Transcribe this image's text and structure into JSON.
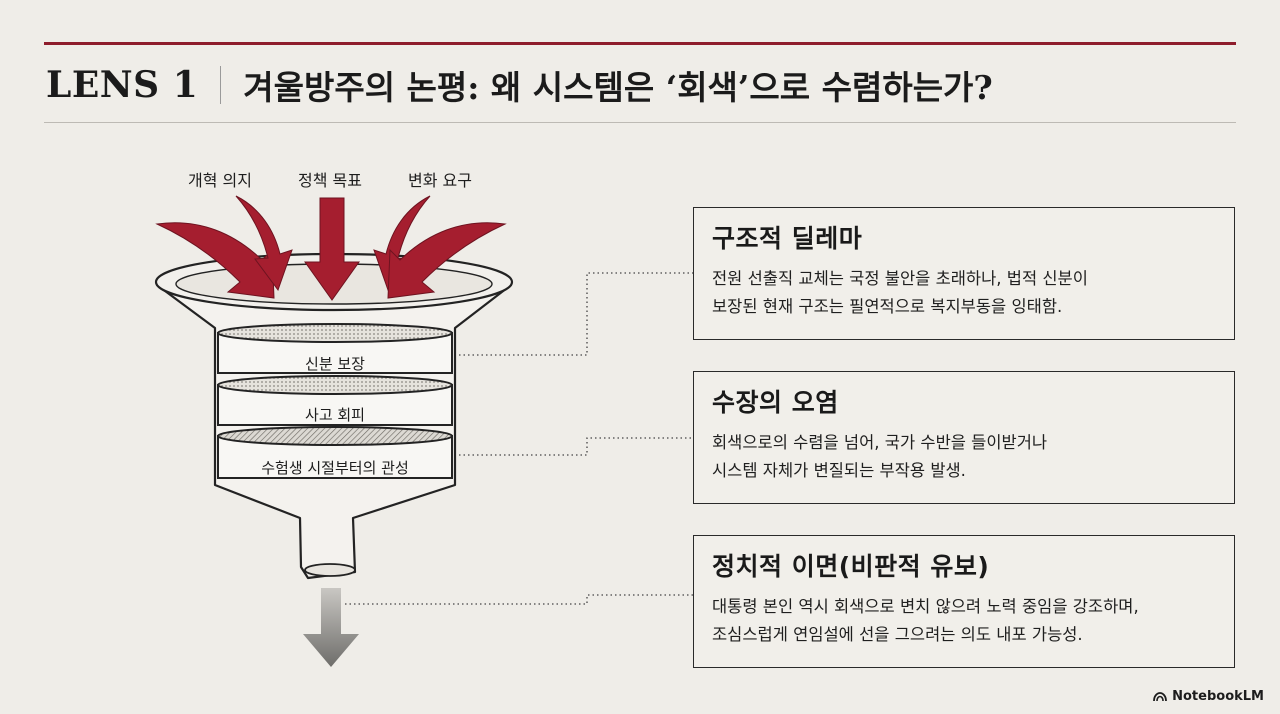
{
  "title": {
    "lens": "LENS 1",
    "text": "겨울방주의 논평: 왜 시스템은 ‘회색’으로 수렴하는가?"
  },
  "inputs": [
    "개혁 의지",
    "정책 목표",
    "변화 요구"
  ],
  "filters": [
    "신분 보장",
    "사고 회피",
    "수험생 시절부터의 관성"
  ],
  "boxes": [
    {
      "heading": "구조적 딜레마",
      "lines": [
        "전원 선출직 교체는 국정 불안을 초래하나, 법적 신분이",
        "보장된 현재 구조는 필연적으로 복지부동을 잉태함."
      ]
    },
    {
      "heading": "수장의 오염",
      "lines": [
        "회색으로의 수렴을 넘어, 국가 수반을 들이받거나",
        "시스템 자체가 변질되는 부작용 발생."
      ]
    },
    {
      "heading": "정치적 이면(비판적 유보)",
      "lines": [
        "대통령 본인 역시 회색으로 변치 않으려 노력 중임을 강조하며,",
        "조심스럽게 연임설에 선을 그으려는 의도 내포 가능성."
      ]
    }
  ],
  "brand": "NotebookLM",
  "colors": {
    "accent": "#8e1d2c",
    "arrow": "#a51e2f",
    "background": "#efede8"
  }
}
